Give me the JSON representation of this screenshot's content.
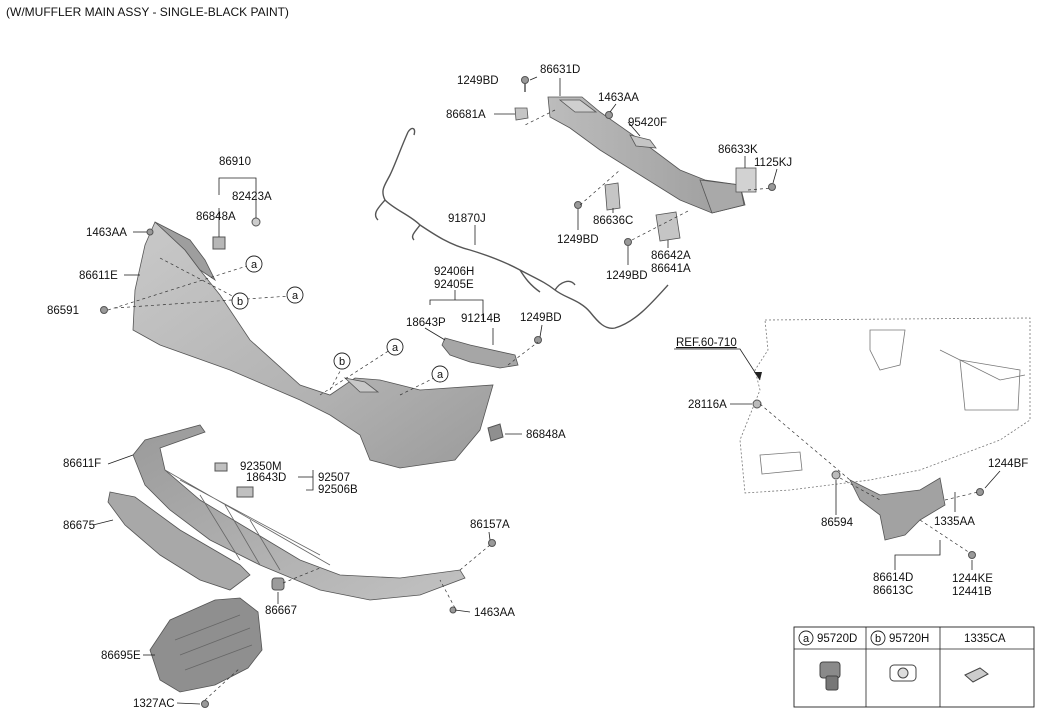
{
  "title": "(W/MUFFLER MAIN ASSY - SINGLE-BLACK PAINT)",
  "labels": {
    "p86631D": "86631D",
    "p1249BD_top": "1249BD",
    "p1463AA_top": "1463AA",
    "p86681A": "86681A",
    "p95420F": "95420F",
    "p86633K": "86633K",
    "p1125KJ": "1125KJ",
    "p86636C": "86636C",
    "p1249BD_mid": "1249BD",
    "p86642A": "86642A",
    "p86641A": "86641A",
    "p1249BD_low": "1249BD",
    "p86910": "86910",
    "p82423A": "82423A",
    "p86848A_top": "86848A",
    "p1463AA_left": "1463AA",
    "p86611E": "86611E",
    "p86591": "86591",
    "p91870J": "91870J",
    "p92406H": "92406H",
    "p92405E": "92405E",
    "p18643P": "18643P",
    "p91214B": "91214B",
    "p1249BD_r": "1249BD",
    "p86848A_r": "86848A",
    "p86611F": "86611F",
    "p92350M": "92350M",
    "p18643D": "18643D",
    "p92507": "92507",
    "p92506B": "92506B",
    "p86675": "86675",
    "p86157A": "86157A",
    "p86667": "86667",
    "p1463AA_bot": "1463AA",
    "p86695E": "86695E",
    "p1327AC": "1327AC",
    "ref": "REF.60-710",
    "p28116A": "28116A",
    "p1244BF": "1244BF",
    "p86594": "86594",
    "p1335AA": "1335AA",
    "p86614D": "86614D",
    "p86613C": "86613C",
    "p1244KE": "1244KE",
    "p12441B": "12441B"
  },
  "callouts": {
    "a": "a",
    "b": "b"
  },
  "legend": {
    "cells": [
      {
        "letter": "a",
        "code": "95720D"
      },
      {
        "letter": "b",
        "code": "95720H"
      },
      {
        "letter": "",
        "code": "1335CA"
      }
    ]
  },
  "colors": {
    "bumper": "#b4b4b4",
    "bumper_dark": "#8e8e8e",
    "parts": "#bdbdbd",
    "lines": "#222222"
  }
}
